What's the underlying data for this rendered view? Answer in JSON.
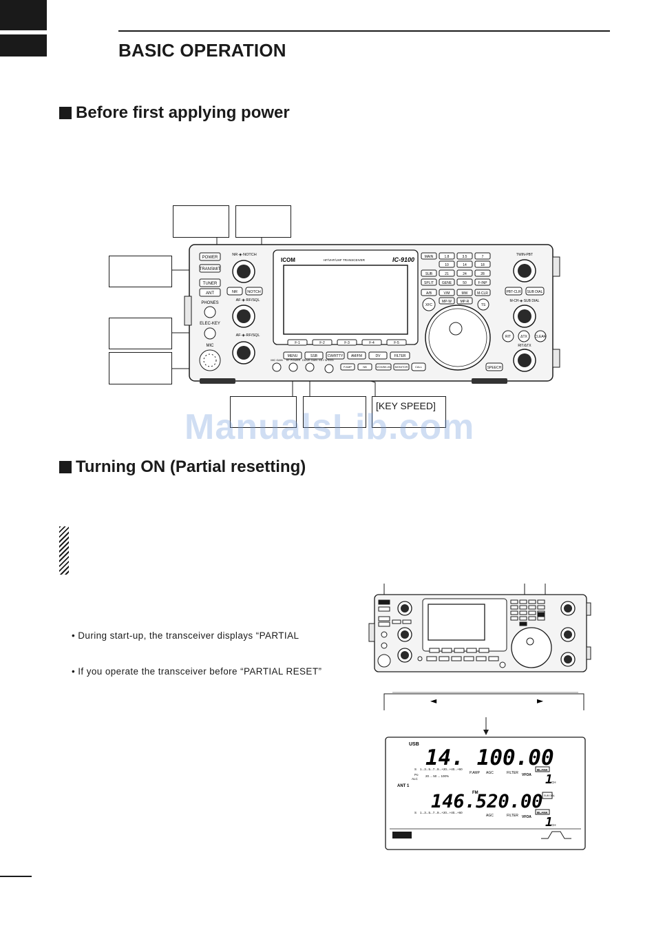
{
  "page": {
    "title": "BASIC OPERATION"
  },
  "sections": {
    "before_power": "Before first applying power",
    "turning_on": "Turning ON (Partial resetting)"
  },
  "callouts": {
    "key_speed": "[KEY SPEED]"
  },
  "watermark": "ManualsLib.com",
  "bullets": {
    "startup": "• During start-up, the transceiver displays “PARTIAL",
    "operate": "• If you operate the transceiver before “PARTIAL RESET”"
  },
  "radio": {
    "brand": "ICOM",
    "model_tag": "HF/VHF/UHF TRANSCEIVER",
    "model": "IC-9100",
    "left_buttons": [
      "POWER",
      "TRANSMIT",
      "TUNER",
      "ANT"
    ],
    "left_labels": [
      "PHONES",
      "ELEC-KEY",
      "MIC"
    ],
    "knob_labels": [
      "NR·◈·NOTCH",
      "AF·◈·RF/SQL",
      "AF·◈·RF/SQL"
    ],
    "mid_buttons": [
      "NR",
      "NOTCH"
    ],
    "f_keys": [
      "F-1",
      "F-2",
      "F-3",
      "F-4",
      "F-5"
    ],
    "mode_keys": [
      "MENU",
      "SSB",
      "CW/RTTY",
      "AM/FM",
      "DV",
      "FILTER"
    ],
    "bottom_knob_labels": [
      "MIC GAIN",
      "RF POWER",
      "DRIVE GAIN",
      "KEY SPEED"
    ],
    "bottom_keys": [
      "P.AMP",
      "NB",
      "VOX/BK-IN",
      "MONITOR",
      "CALL"
    ],
    "keypad": [
      "1.8",
      "3.5",
      "7",
      "10",
      "14",
      "18",
      "21",
      "24",
      "28",
      "GENE",
      "50",
      "F-INP"
    ],
    "keypad_side": [
      "MAIN",
      "SUB",
      "SPLIT"
    ],
    "vfo_keys": [
      "A/B",
      "V/M",
      "MW",
      "M-CLR",
      "MP-W",
      "MP-R"
    ],
    "right_labels": [
      "TWIN-PBT",
      "PBT-CLR",
      "SUB DIAL",
      "M-CH·◈·SUB DIAL",
      "RIT",
      "ΔTX",
      "CLEAR",
      "RIT/ΔTX"
    ],
    "xfc": "XFC",
    "ts": "TS",
    "speech": "SPEECH"
  },
  "lcd": {
    "mode_main": "USB",
    "freq_main": "14. 100.00",
    "freq_sub": "146.520.00",
    "mode_sub": "FM",
    "ant": "ANT 1",
    "blank": "BLANK",
    "ch": "CH",
    "vfo": "VFOA",
    "agc": "AGC",
    "filter": "FILTER",
    "pamp": "P.AMP",
    "sub_dial": "SUB DIAL",
    "s_scale": "1...3...5...7...9...+20...+40...+60",
    "alc_scale": "20 ... 50 ... 100%",
    "po": "Po",
    "alc": "ALC",
    "s": "S",
    "channel": "1"
  },
  "arrows": {
    "left": "◄",
    "right": "►"
  }
}
